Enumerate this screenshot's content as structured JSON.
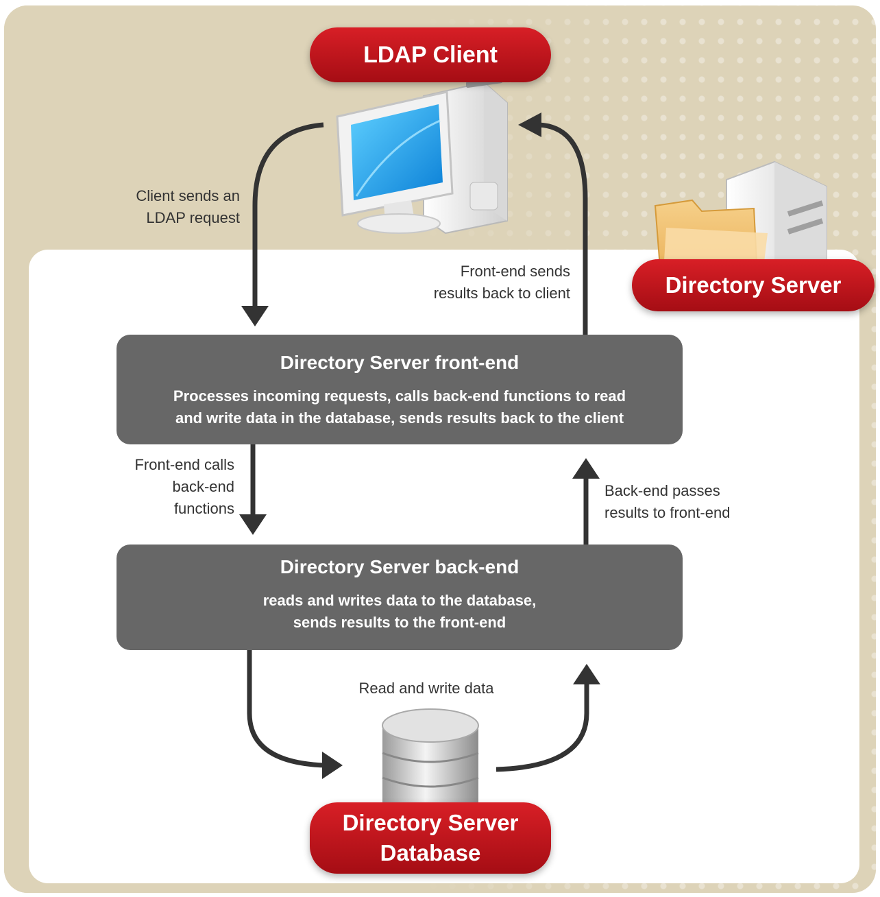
{
  "colors": {
    "accent_red": "#c4121a",
    "box_gray": "#676767",
    "frame_beige": "#ddd3b8"
  },
  "nodes": {
    "ldap_client": "LDAP Client",
    "directory_server": "Directory Server",
    "database": {
      "line1": "Directory Server",
      "line2": "Database"
    }
  },
  "frontend": {
    "title": "Directory Server front-end",
    "desc_line1": "Processes incoming requests, calls back-end functions to read",
    "desc_line2": "and write data in the database, sends results back to the client"
  },
  "backend": {
    "title": "Directory Server back-end",
    "desc_line1": "reads and writes data to the database,",
    "desc_line2": "sends results to the front-end"
  },
  "edges": {
    "client_request": {
      "line1": "Client sends an",
      "line2": "LDAP request"
    },
    "frontend_results": {
      "line1": "Front-end sends",
      "line2": "results back to client"
    },
    "frontend_calls": {
      "line1": "Front-end calls",
      "line2": "back-end",
      "line3": "functions"
    },
    "backend_passes": {
      "line1": "Back-end passes",
      "line2": "results to front-end"
    },
    "read_write": "Read and write data"
  },
  "icons": [
    "desktop-computer-icon",
    "server-folder-icon",
    "database-cylinder-icon"
  ]
}
